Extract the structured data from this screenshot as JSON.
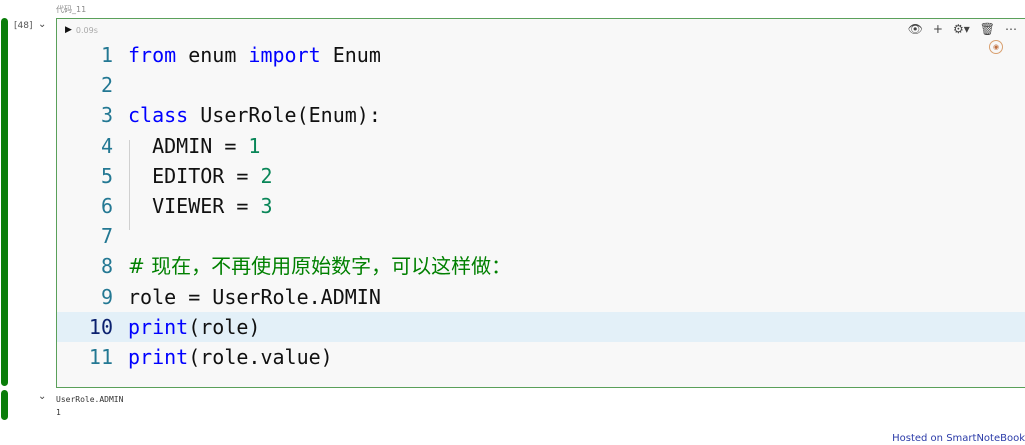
{
  "cell": {
    "label": "代码_11",
    "exec_count": "[48]",
    "run_time": "0.09s",
    "toolbar_icons": [
      "eye-icon",
      "plus-icon",
      "settings-dropdown-icon",
      "trash-icon",
      "more-icon"
    ],
    "code_lines": [
      {
        "n": "1",
        "text": "from enum import Enum"
      },
      {
        "n": "2",
        "text": ""
      },
      {
        "n": "3",
        "text": "class UserRole(Enum):"
      },
      {
        "n": "4",
        "text": "  ADMIN = 1"
      },
      {
        "n": "5",
        "text": "  EDITOR = 2"
      },
      {
        "n": "6",
        "text": "  VIEWER = 3"
      },
      {
        "n": "7",
        "text": ""
      },
      {
        "n": "8",
        "text": "# 现在，不再使用原始数字，可以这样做："
      },
      {
        "n": "9",
        "text": "role = UserRole.ADMIN"
      },
      {
        "n": "10",
        "text": "print(role)"
      },
      {
        "n": "11",
        "text": "print(role.value)"
      }
    ],
    "active_line": "10"
  },
  "output": {
    "lines": [
      "UserRole.ADMIN",
      "1"
    ]
  },
  "footer": {
    "text": "Hosted on SmartNoteBook"
  },
  "colors": {
    "cell_bar": "#0a7d0a",
    "keyword": "#0000ff",
    "number": "#098658",
    "comment": "#008000",
    "line_number": "#237893",
    "highlight": "#e3f0f8"
  }
}
